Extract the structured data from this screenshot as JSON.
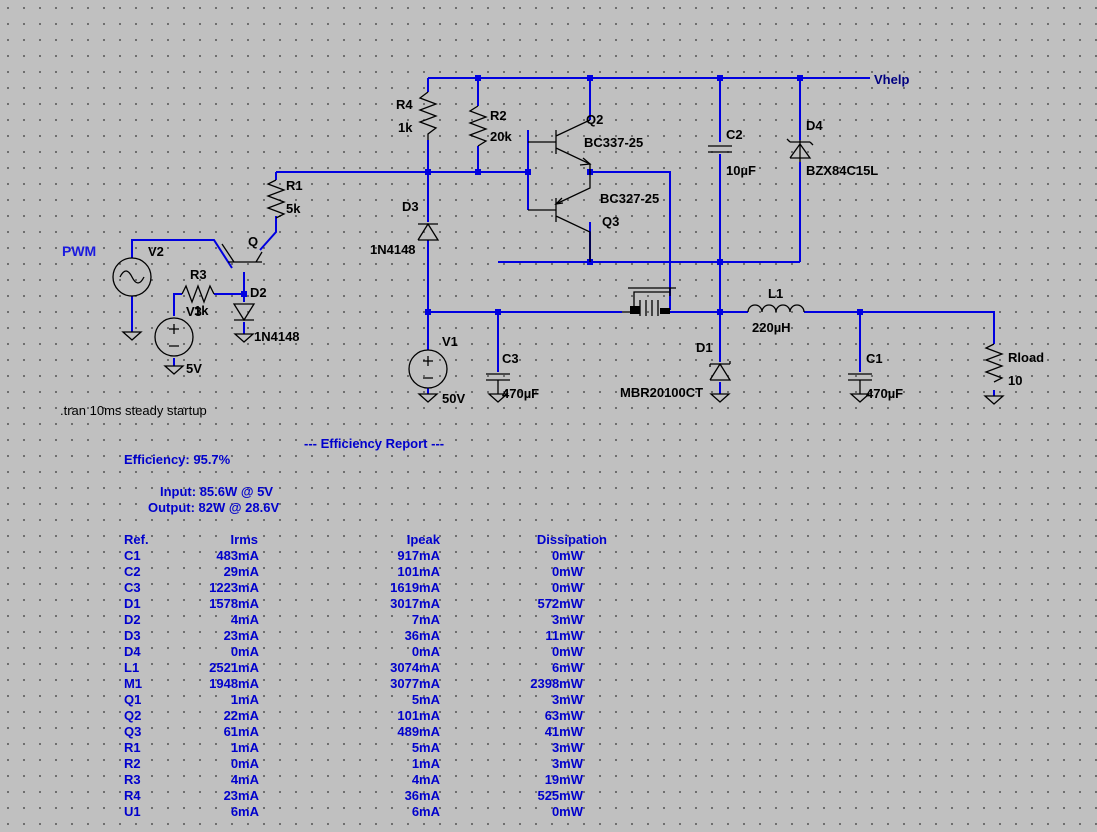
{
  "schematic": {
    "net_labels": {
      "vhelp": "Vhelp",
      "pwm": "PWM"
    },
    "components": {
      "r1": {
        "name": "R1",
        "value": "5k"
      },
      "r2": {
        "name": "R2",
        "value": "20k"
      },
      "r3": {
        "name": "R3",
        "value": "1k"
      },
      "r4": {
        "name": "R4",
        "value": "1k"
      },
      "rload": {
        "name": "Rload",
        "value": "10"
      },
      "c1": {
        "name": "C1",
        "value": "470µF"
      },
      "c2": {
        "name": "C2",
        "value": "10µF"
      },
      "c3": {
        "name": "C3",
        "value": "470µF"
      },
      "d1": {
        "name": "D1",
        "value": "MBR20100CT"
      },
      "d2": {
        "name": "D2",
        "value": "1N4148"
      },
      "d3": {
        "name": "D3",
        "value": "1N4148"
      },
      "d4": {
        "name": "D4",
        "value": "BZX84C15L"
      },
      "q2": {
        "name": "Q2",
        "value": "BC337-25"
      },
      "q3": {
        "name": "Q3",
        "value": "BC327-25"
      },
      "l1": {
        "name": "L1",
        "value": "220µH"
      },
      "v1": {
        "name": "V1",
        "value": "50V"
      },
      "v2": {
        "name": "V2"
      },
      "v3": {
        "name": "V3",
        "value": "5V"
      },
      "q1": {
        "name": "Q"
      }
    },
    "directive": ".tran 10ms steady startup"
  },
  "report": {
    "title": "--- Efficiency Report ---",
    "efficiency": "Efficiency: 95.7%",
    "input": "Input: 85.6W @ 5V",
    "output": "Output: 82W @ 28.6V",
    "columns": [
      "Ref.",
      "Irms",
      "Ipeak",
      "Dissipation"
    ],
    "rows": [
      [
        "C1",
        "483mA",
        "917mA",
        "0mW"
      ],
      [
        "C2",
        "29mA",
        "101mA",
        "0mW"
      ],
      [
        "C3",
        "1223mA",
        "1619mA",
        "0mW"
      ],
      [
        "D1",
        "1578mA",
        "3017mA",
        "572mW"
      ],
      [
        "D2",
        "4mA",
        "7mA",
        "3mW"
      ],
      [
        "D3",
        "23mA",
        "36mA",
        "11mW"
      ],
      [
        "D4",
        "0mA",
        "0mA",
        "0mW"
      ],
      [
        "L1",
        "2521mA",
        "3074mA",
        "6mW"
      ],
      [
        "M1",
        "1948mA",
        "3077mA",
        "2398mW"
      ],
      [
        "Q1",
        "1mA",
        "5mA",
        "3mW"
      ],
      [
        "Q2",
        "22mA",
        "101mA",
        "63mW"
      ],
      [
        "Q3",
        "61mA",
        "489mA",
        "41mW"
      ],
      [
        "R1",
        "1mA",
        "5mA",
        "3mW"
      ],
      [
        "R2",
        "0mA",
        "1mA",
        "3mW"
      ],
      [
        "R3",
        "4mA",
        "4mA",
        "19mW"
      ],
      [
        "R4",
        "23mA",
        "36mA",
        "525mW"
      ],
      [
        "U1",
        "6mA",
        "6mA",
        "0mW"
      ]
    ]
  },
  "colors": {
    "wire": "#0000e0",
    "component": "#000000",
    "report_text": "#0000cc",
    "background": "#c0c0c0",
    "grid_dot": "#5a5a5a"
  }
}
